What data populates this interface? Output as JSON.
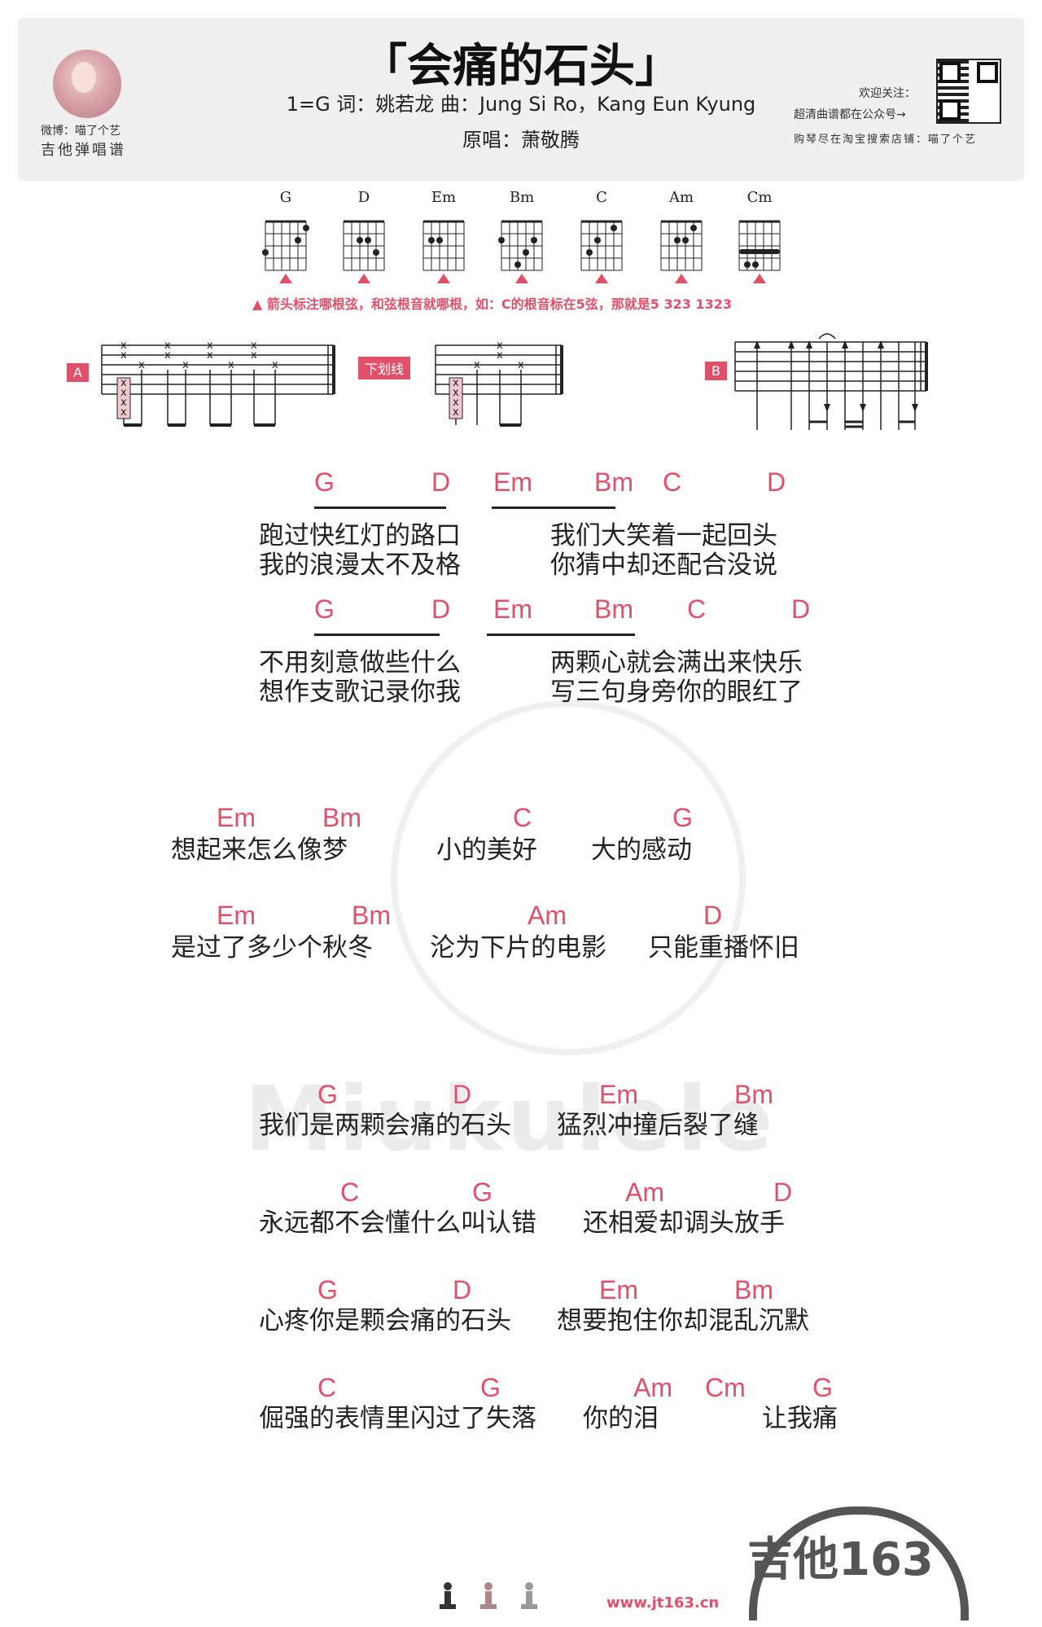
{
  "header": {
    "title": "「会痛的石头」",
    "meta_line1": "1=G   词：姚若龙   曲：Jung Si Ro，Kang Eun Kyung",
    "meta_line2": "原唱：萧敬腾",
    "weibo": "微博：喵了个艺",
    "subtitle": "吉他弹唱谱",
    "follow": "欢迎关注：",
    "follow2": "超清曲谱都在公众号→",
    "shop": "购琴尽在淘宝搜索店铺：喵了个艺"
  },
  "chords": [
    "G",
    "D",
    "Em",
    "Bm",
    "C",
    "Am",
    "Cm"
  ],
  "root_note": "箭头标注哪根弦，和弦根音就哪根，如：C的根音标在5弦，那就是5 323  1323",
  "patterns": {
    "a": "A",
    "underline": "下划线",
    "b": "B"
  },
  "sections": {
    "s1": {
      "chords": [
        "G",
        "D",
        "Em",
        "Bm",
        "C",
        "D"
      ],
      "lyrics": [
        "跑过快红灯的路口",
        "我们大笑着一起回头",
        "我的浪漫太不及格",
        "你猜中却还配合没说"
      ]
    },
    "s2": {
      "chords": [
        "G",
        "D",
        "Em",
        "Bm",
        "C",
        "D"
      ],
      "lyrics": [
        "不用刻意做些什么",
        "两颗心就会满出来快乐",
        "想作支歌记录你我",
        "写三句身旁你的眼红了"
      ]
    },
    "s3": {
      "chords": [
        "Em",
        "Bm",
        "C",
        "G"
      ],
      "lyrics": [
        "想起来怎么像梦",
        "小的美好",
        "大的感动"
      ]
    },
    "s4": {
      "chords": [
        "Em",
        "Bm",
        "Am",
        "D"
      ],
      "lyrics": [
        "是过了多少个秋冬",
        "沦为下片的电影",
        "只能重播怀旧"
      ]
    },
    "s5": {
      "chords": [
        "G",
        "D",
        "Em",
        "Bm"
      ],
      "lyrics": [
        "我们是两颗会痛的石头",
        "猛烈冲撞后裂了缝"
      ]
    },
    "s6": {
      "chords": [
        "C",
        "G",
        "Am",
        "D"
      ],
      "lyrics": [
        "永远都不会懂什么叫认错",
        "还相爱却调头放手"
      ]
    },
    "s7": {
      "chords": [
        "G",
        "D",
        "Em",
        "Bm"
      ],
      "lyrics": [
        "心疼你是颗会痛的石头",
        "想要抱住你却混乱沉默"
      ]
    },
    "s8": {
      "chords": [
        "C",
        "G",
        "Am",
        "Cm",
        "G"
      ],
      "lyrics": [
        "倔强的表情里闪过了失落",
        "你的泪",
        "让我痛"
      ]
    }
  },
  "watermark": "Miukulele",
  "footer": {
    "url": "www.jt163.cn",
    "logo": "吉他163"
  },
  "colors": {
    "accent": "#e0506a",
    "text": "#222222"
  }
}
